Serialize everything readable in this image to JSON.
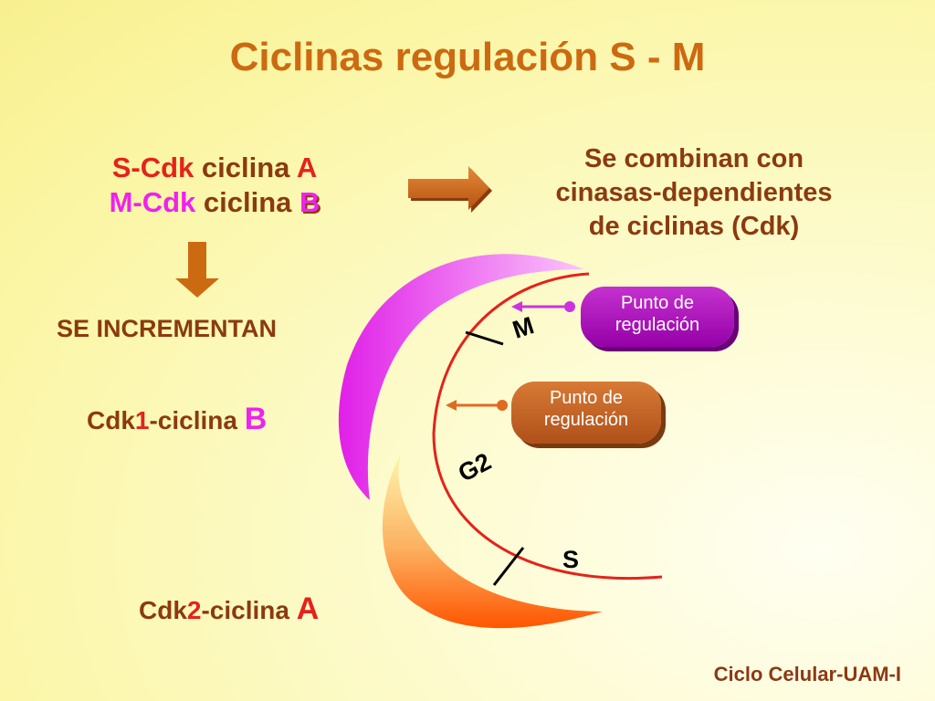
{
  "title": "Ciclinas regulación S - M",
  "left": {
    "line1_prefix": "S-Cdk",
    "line1_mid": "ciclina",
    "line1_letter": "A",
    "line2_prefix": "M-Cdk",
    "line2_mid": "ciclina",
    "line2_letter": "B"
  },
  "right_text": {
    "line1": "Se combinan con",
    "line2": "cinasas-dependientes",
    "line3": "de ciclinas (Cdk)"
  },
  "increment_label": "SE INCREMENTAN",
  "cdk1": {
    "base": "Cdk",
    "num": "1",
    "rest": "-ciclina",
    "letter": "B"
  },
  "cdk2": {
    "base": "Cdk",
    "num": "2",
    "rest": "-ciclina",
    "letter": "A"
  },
  "phases": {
    "m": "M",
    "g2": "G2",
    "s": "S"
  },
  "checkpoints": {
    "m": {
      "line1": "Punto de",
      "line2": "regulación"
    },
    "g2": {
      "line1": "Punto de",
      "line2": "regulación"
    }
  },
  "footer": "Ciclo Celular-UAM-I",
  "colors": {
    "title": "#cc6a12",
    "brown": "#8b3a0f",
    "red": "#e5221b",
    "magenta": "#ee22ee",
    "arrow_fill": "#cc6a12",
    "badge_m": "#a000b0",
    "badge_g2": "#b85a20"
  },
  "icons": {
    "right_arrow": "arrow-right",
    "down_arrow": "arrow-down"
  }
}
